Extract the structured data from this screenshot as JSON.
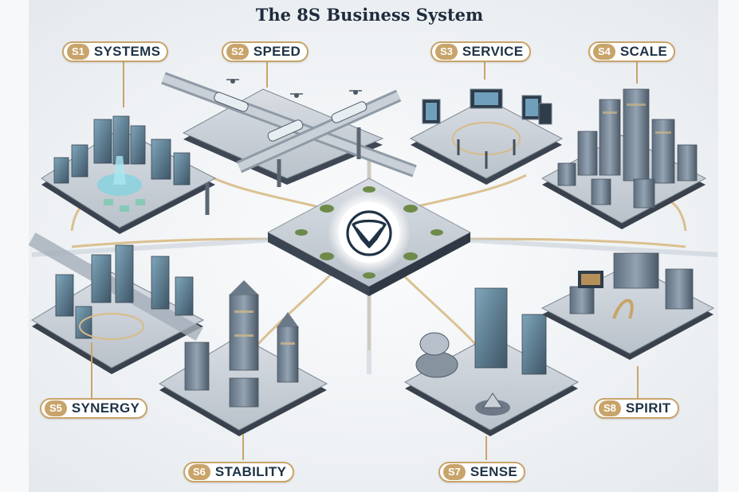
{
  "title": "The 8S Business System",
  "center_icon": "shield-v-logo-icon",
  "colors": {
    "gold": "#c8a46a",
    "navy": "#1f3246",
    "platform": "#4a5563"
  },
  "pillars": [
    {
      "num": "S1",
      "label": "SYSTEMS"
    },
    {
      "num": "S2",
      "label": "SPEED"
    },
    {
      "num": "S3",
      "label": "SERVICE"
    },
    {
      "num": "S4",
      "label": "SCALE"
    },
    {
      "num": "S5",
      "label": "SYNERGY"
    },
    {
      "num": "S6",
      "label": "STABILITY"
    },
    {
      "num": "S7",
      "label": "SENSE"
    },
    {
      "num": "S8",
      "label": "SPIRIT"
    }
  ]
}
